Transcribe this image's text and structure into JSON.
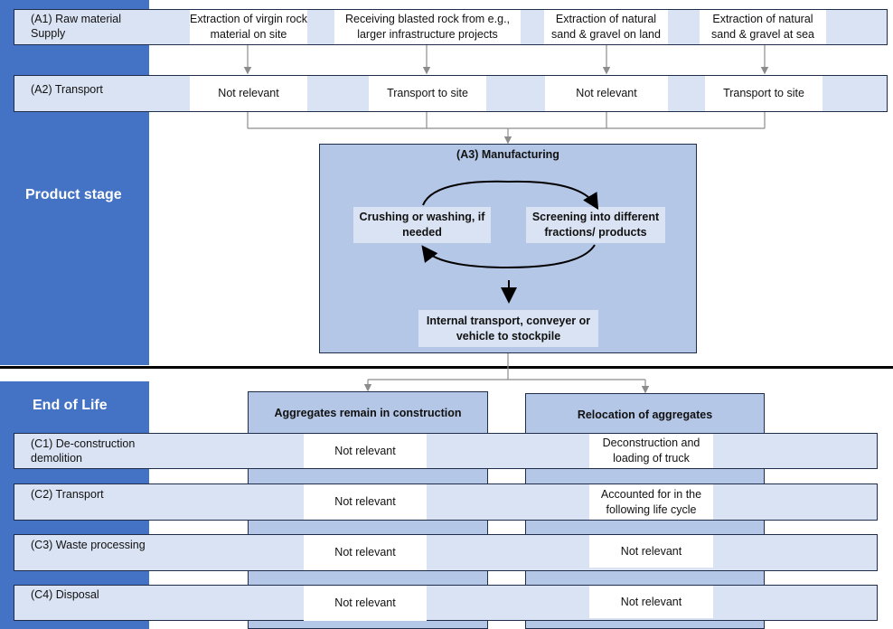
{
  "product_stage": {
    "label": "Product stage",
    "rows": {
      "a1": {
        "label": "(A1) Raw material Supply",
        "cells": [
          "Extraction of virgin rock material on site",
          "Receiving blasted rock from e.g., larger infrastructure projects",
          "Extraction of natural sand & gravel on land",
          "Extraction of natural sand & gravel at sea"
        ]
      },
      "a2": {
        "label": "(A2) Transport",
        "cells": [
          "Not relevant",
          "Transport to site",
          "Not relevant",
          "Transport to site"
        ]
      }
    },
    "manufacturing": {
      "title": "(A3) Manufacturing",
      "crushing": "Crushing or washing, if needed",
      "screening": "Screening into different fractions/ products",
      "internal": "Internal transport, conveyer or vehicle to stockpile"
    }
  },
  "end_of_life": {
    "label": "End of Life",
    "columns": {
      "remain": "Aggregates remain in construction",
      "relocation": "Relocation of aggregates"
    },
    "rows": [
      {
        "label": "(C1) De-construction demolition",
        "remain": "Not relevant",
        "relocation": "Deconstruction and loading of truck"
      },
      {
        "label": "(C2) Transport",
        "remain": "Not relevant",
        "relocation": "Accounted for in the following life cycle"
      },
      {
        "label": "(C3) Waste processing",
        "remain": "Not relevant",
        "relocation": "Not relevant"
      },
      {
        "label": "(C4) Disposal",
        "remain": "Not relevant",
        "relocation": "Not relevant"
      }
    ]
  },
  "colors": {
    "sidebar": "#4472c4",
    "row_fill": "#dae3f3",
    "box_fill": "#b4c7e7",
    "border": "#1f2d4a"
  }
}
